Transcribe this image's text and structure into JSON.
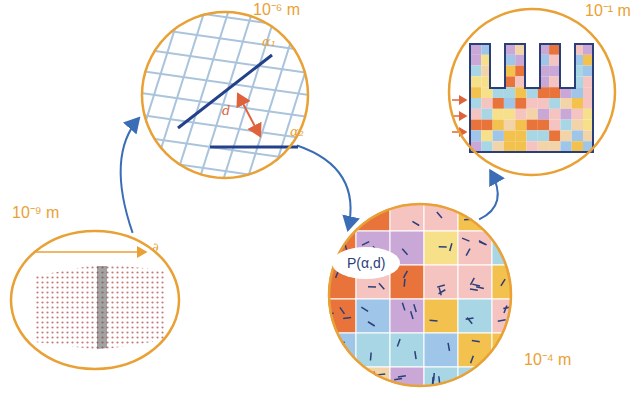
{
  "diagram": {
    "nodes": [
      {
        "text": [
          "10⁻⁹ m"
        ]
      },
      {
        "text": [
          "10⁻⁶ m"
        ]
      },
      {
        "text": [
          "10⁻⁴ m"
        ]
      },
      {
        "text": [
          "10⁻¹ m"
        ]
      },
      {
        "text": [
          "P(α,d)"
        ],
        "in": 2
      }
    ],
    "edges": [
      {
        "from": 0,
        "to": 1,
        "arrow": "to"
      },
      {
        "from": 1,
        "to": 2,
        "arrow": "to"
      },
      {
        "from": 2,
        "to": 3,
        "arrow": "to"
      }
    ],
    "labels": [
      "∂",
      "α₁",
      "α₂",
      "d"
    ]
  }
}
